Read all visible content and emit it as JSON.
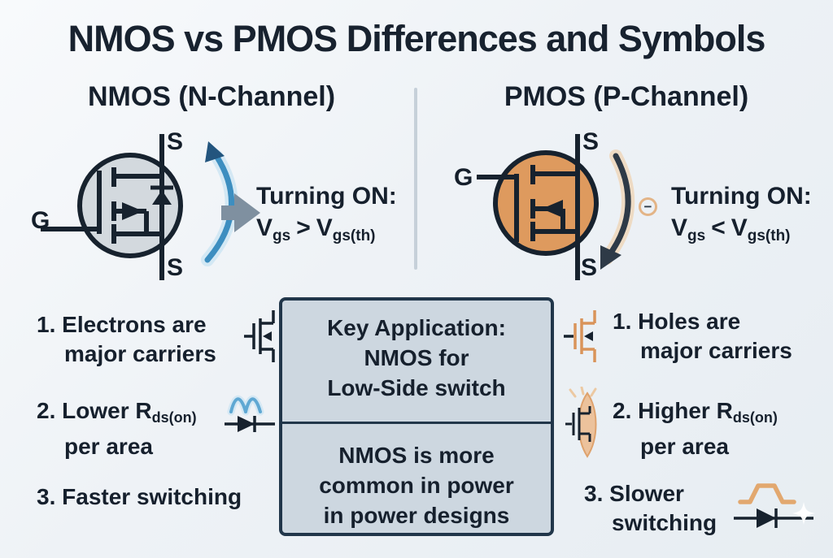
{
  "title": "NMOS vs PMOS Differences and Symbols",
  "nmos": {
    "heading": "NMOS (N-Channel)",
    "symbol": {
      "gate": "G",
      "source_top": "S",
      "source_bottom": "S"
    },
    "turn_on": {
      "label": "Turning ON:",
      "v1": "V",
      "sub1": "gs",
      "op": ">",
      "v2": "V",
      "sub2": "gs(th)"
    },
    "points": [
      {
        "num": "1.",
        "line1": "Electrons are",
        "line2": "major carriers"
      },
      {
        "num": "2.",
        "pre": "Lower R",
        "sub": "ds(on)",
        "line2": "per area"
      },
      {
        "num": "3.",
        "line1": "Faster switching"
      }
    ]
  },
  "pmos": {
    "heading": "PMOS (P-Channel)",
    "symbol": {
      "gate": "G",
      "source_top": "S",
      "source_bottom": "S",
      "minus": "−"
    },
    "turn_on": {
      "label": "Turning ON:",
      "v1": "V",
      "sub1": "gs",
      "op": "<",
      "v2": "V",
      "sub2": "gs(th)"
    },
    "points": [
      {
        "num": "1.",
        "line1": "Holes are",
        "line2": "major carriers"
      },
      {
        "num": "2.",
        "pre": "Higher R",
        "sub": "ds(on)",
        "line2": "per area"
      },
      {
        "num": "3.",
        "line1": "Slower",
        "line2": "switching"
      }
    ]
  },
  "center_box": {
    "top_lines": [
      "Key Application:",
      "NMOS for",
      "Low-Side switch"
    ],
    "bottom_lines": [
      "NMOS is more",
      "common in power",
      "in power designs"
    ]
  },
  "icons": [
    "nmos-transistor-symbol",
    "pmos-transistor-symbol",
    "rotate-up-arrow-icon",
    "right-arrow-icon",
    "rotate-down-arrow-icon",
    "minus-badge-icon",
    "mini-nmos-icon",
    "sine-wave-icon",
    "diode-icon",
    "mini-pmos-icon",
    "heat-lens-icon",
    "pulse-waveform-icon",
    "sparkle-icon"
  ],
  "colors": {
    "background": "#eef1f5",
    "text": "#16202d",
    "nmos_fill": "#d3d9de",
    "pmos_fill": "#de9a5e",
    "box_fill": "#cdd7e0",
    "box_border": "#21364a",
    "arrow_blue": "#3d8ec0",
    "arrow_gray": "#7f90a0",
    "arrow_dark": "#2e3a47",
    "accent_orange": "#e0a064",
    "accent_blue": "#5fa8d3"
  }
}
